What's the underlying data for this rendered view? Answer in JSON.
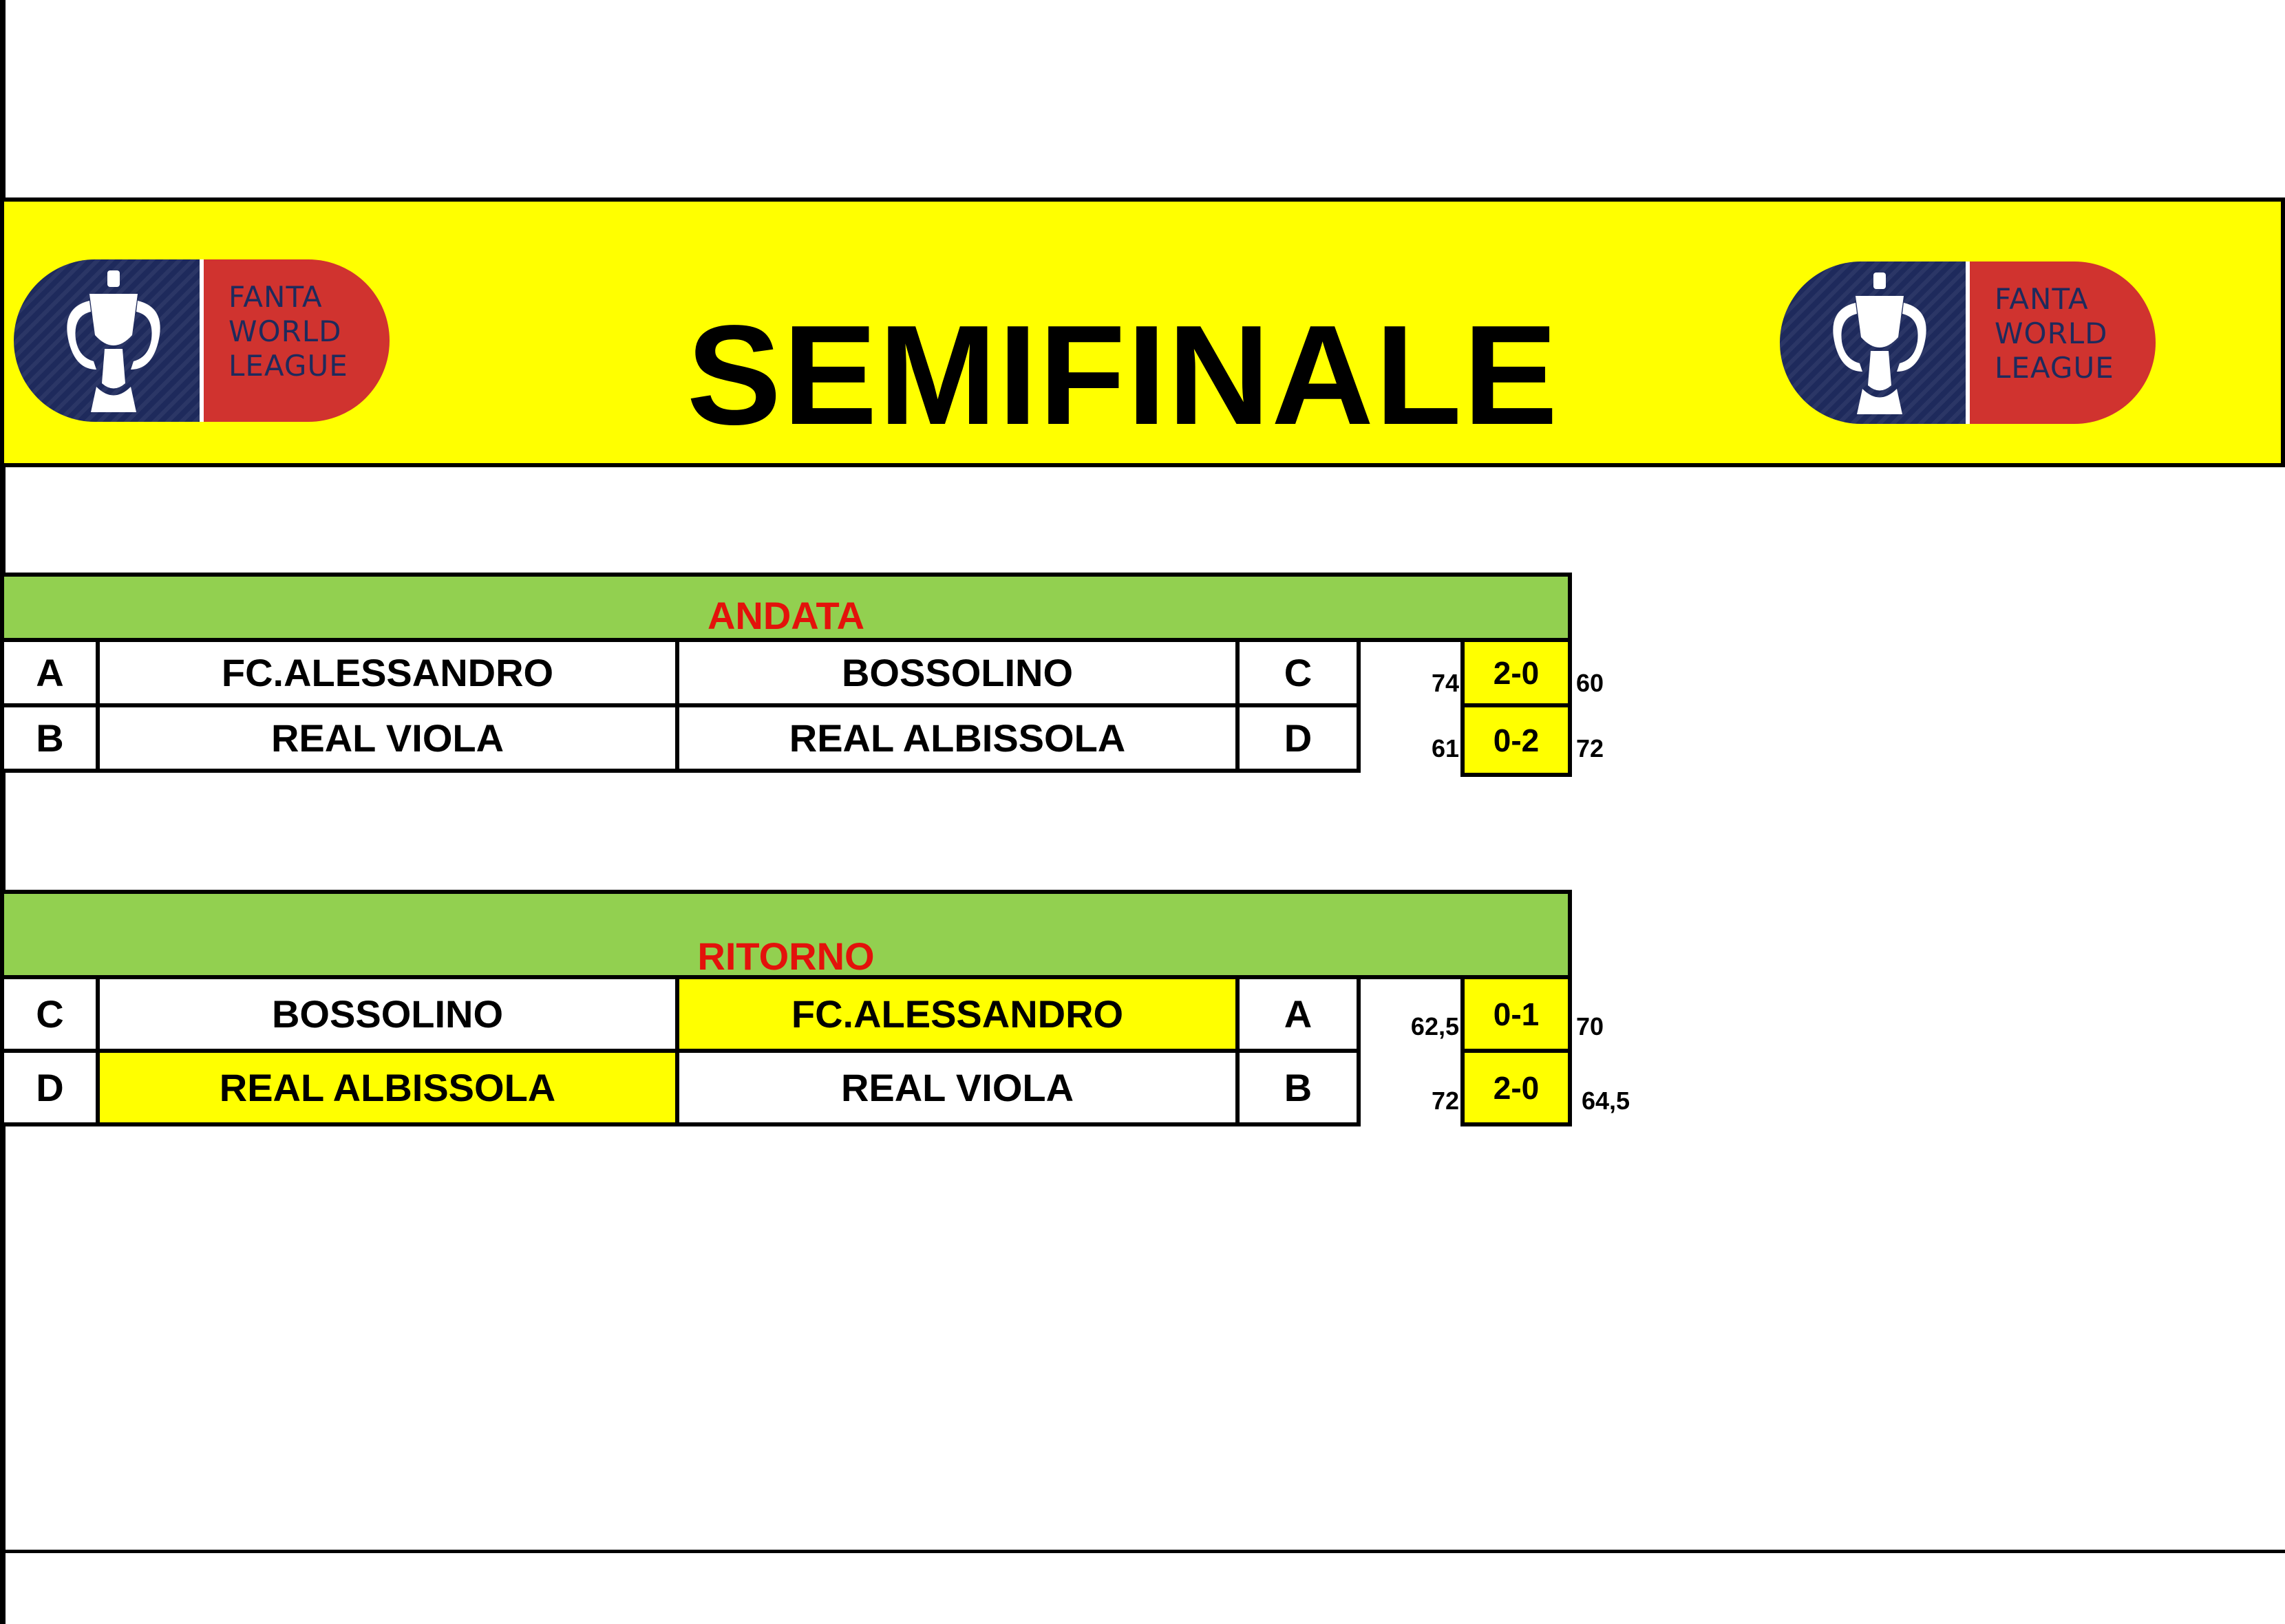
{
  "title": "SEMIFINALE",
  "logo": {
    "lines": [
      "FANTA",
      "WORLD",
      "LEAGUE"
    ]
  },
  "colors": {
    "banner": "#ffff00",
    "header": "#92d050",
    "header_text": "#e3120b",
    "logo_blue": "#1e2a5c",
    "logo_red": "#d0332f"
  },
  "andata": {
    "label": "ANDATA",
    "rows": [
      {
        "home_group": "A",
        "home": "FC.ALESSANDRO",
        "away": "BOSSOLINO",
        "away_group": "C",
        "home_pts": "74",
        "score": "2-0",
        "away_pts": "60",
        "home_win": false,
        "away_win": false
      },
      {
        "home_group": "B",
        "home": "REAL VIOLA",
        "away": "REAL ALBISSOLA",
        "away_group": "D",
        "home_pts": "61",
        "score": "0-2",
        "away_pts": "72",
        "home_win": false,
        "away_win": false
      }
    ]
  },
  "ritorno": {
    "label": "RITORNO",
    "rows": [
      {
        "home_group": "C",
        "home": "BOSSOLINO",
        "away": "FC.ALESSANDRO",
        "away_group": "A",
        "home_pts": "62,5",
        "score": "0-1",
        "away_pts": "70",
        "home_win": false,
        "away_win": true
      },
      {
        "home_group": "D",
        "home": "REAL ALBISSOLA",
        "away": "REAL VIOLA",
        "away_group": "B",
        "home_pts": "72",
        "score": "2-0",
        "away_pts": "64,5",
        "home_win": true,
        "away_win": false
      }
    ]
  }
}
